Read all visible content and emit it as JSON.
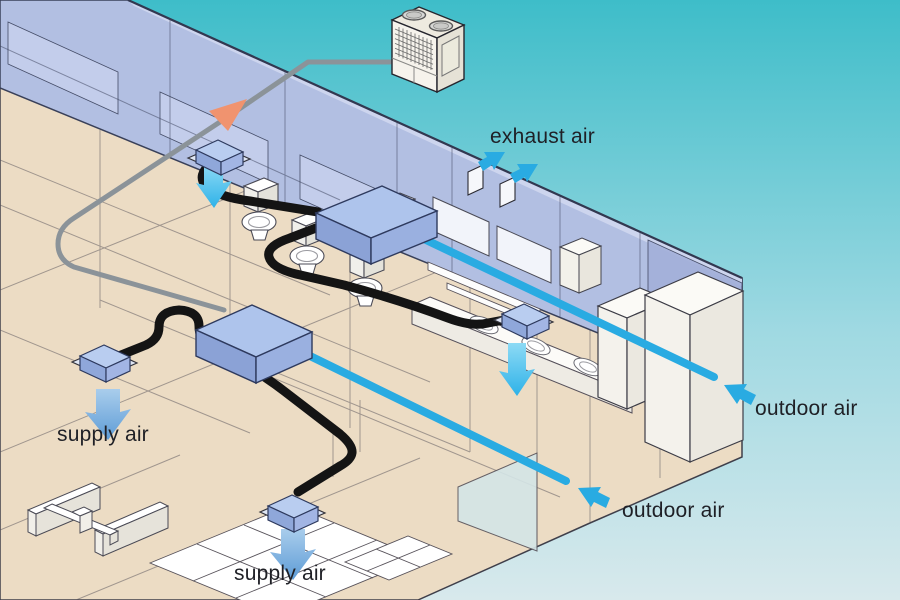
{
  "labels": {
    "exhaust_air": "exhaust air",
    "outdoor_air_upper": "outdoor air",
    "outdoor_air_lower": "outdoor air",
    "supply_air_left": "supply air",
    "supply_air_bottom": "supply air"
  },
  "colors": {
    "background_top": "#3ebdc9",
    "background_bottom": "#d8e9ec",
    "wall_blue": "#b2bfe2",
    "ceiling_plenum_beige": "#ecdcc4",
    "airflow_blue": "#29abe2",
    "duct_black": "#141414",
    "refrigerant_pipe_gray": "#8b9399",
    "flow_direction_orange": "#f0936f",
    "unit_blue": "#aec4ec",
    "fixture_white": "#ffffff"
  },
  "components": [
    "outdoor-unit",
    "refrigerant-pipe",
    "ventilation-unit-upper",
    "ventilation-unit-lower",
    "supply-duct-upper",
    "supply-duct-lower",
    "ceiling-cassette",
    "exhaust-vent-slots",
    "outdoor-air-duct",
    "supply-air-arrow",
    "exhaust-air-arrow",
    "outdoor-air-arrow"
  ]
}
